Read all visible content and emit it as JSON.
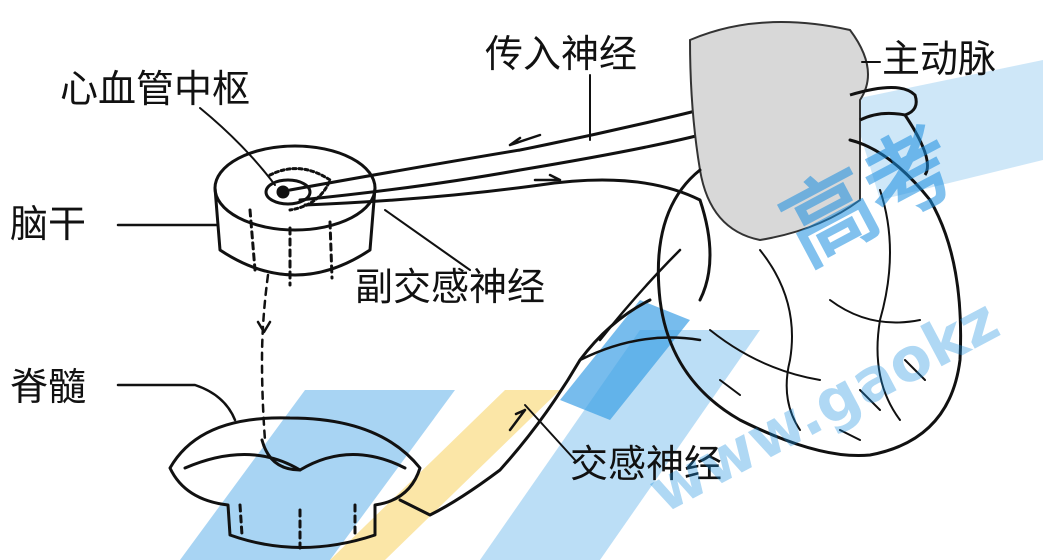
{
  "labels": {
    "brainstem_center": "心血管中枢",
    "brainstem": "脑干",
    "spinal_cord": "脊髓",
    "afferent_nerve": "传入神经",
    "parasympathetic_nerve": "副交感神经",
    "sympathetic_nerve": "交感神经",
    "aorta": "主动脉"
  },
  "watermark": {
    "main_text": "高考",
    "url_text": "www.gaokz"
  },
  "colors": {
    "ink": "#111111",
    "watermark_blue": "#1a8fe0",
    "watermark_yellow": "#f5c842"
  }
}
